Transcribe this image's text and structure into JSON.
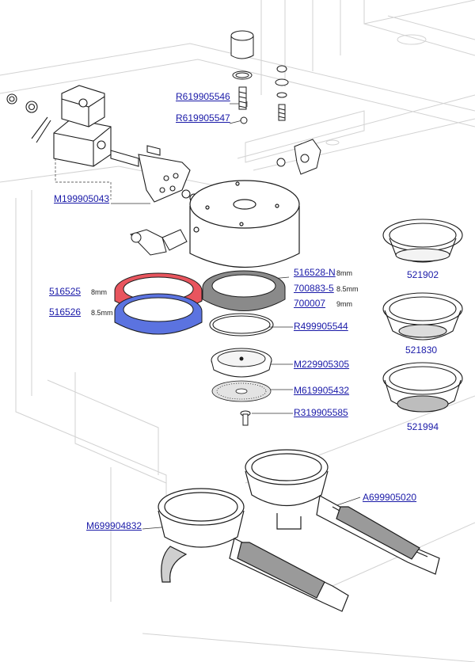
{
  "colors": {
    "link": "#1a1aa8",
    "gasket_red": "#e8555e",
    "gasket_blue": "#5b73e0",
    "line": "#1c1c1c",
    "faint": "#d6d6d6"
  },
  "callouts": {
    "R619905546": "R619905546",
    "R619905547": "R619905547",
    "M199905043": "M199905043",
    "516528N": "516528-N",
    "516528N_unit": "8mm",
    "700883_5": "700883-5",
    "700883_5_unit": "8.5mm",
    "700007": "700007",
    "700007_unit": "9mm",
    "516525": "516525",
    "516525_unit": "8mm",
    "516526": "516526",
    "516526_unit": "8.5mm",
    "R499905544": "R499905544",
    "M229905305": "M229905305",
    "M619905432": "M619905432",
    "R319905585": "R319905585",
    "A699905020": "A699905020",
    "M699904832": "M699904832"
  },
  "baskets": {
    "b1": "521902",
    "b2": "521830",
    "b3": "521994"
  }
}
